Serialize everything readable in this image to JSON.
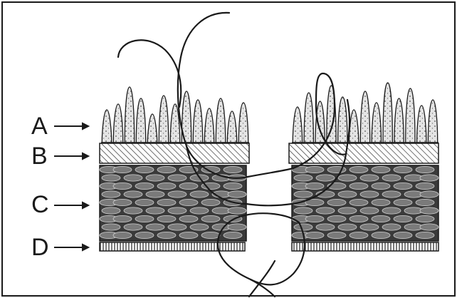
{
  "labels": [
    {
      "letter": "A"
    },
    {
      "letter": "B"
    },
    {
      "letter": "C"
    },
    {
      "letter": "D"
    }
  ],
  "colors": {
    "ink": "#1a1a1a",
    "paper": "#ffffff",
    "cell_fill": "#e4e4e4",
    "muscle_fill": "#7a7a7a"
  }
}
